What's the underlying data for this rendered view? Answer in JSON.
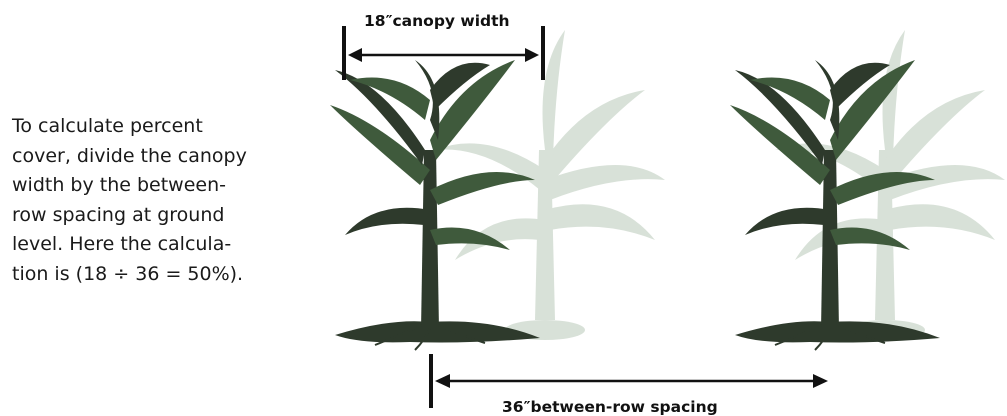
{
  "caption": {
    "lines": [
      "To calculate percent",
      "cover, divide the canopy",
      "width by the between-",
      "row spacing at ground",
      "level. Here the calcula-",
      "tion is (18 ÷ 36 = 50%)."
    ]
  },
  "labels": {
    "canopy_width": "18″canopy width",
    "row_spacing": "36″between-row spacing"
  },
  "colors": {
    "plant_dark": "#2e3a2c",
    "plant_leaf": "#3f5a3c",
    "plant_ghost": "#b9c9b9",
    "arrow": "#111111",
    "text": "#1a1a1a"
  },
  "icons": {
    "plant": "corn-plant-icon",
    "arrow": "double-arrow-icon"
  }
}
